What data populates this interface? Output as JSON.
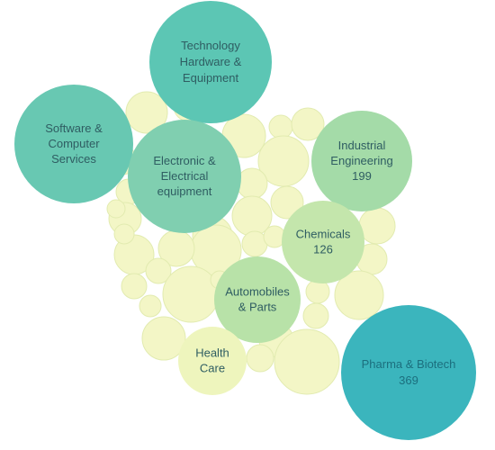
{
  "chart_data": {
    "type": "bubble",
    "labeled_bubbles": [
      {
        "lines": [
          "Technology",
          "Hardware &",
          "Equipment"
        ],
        "value": null,
        "color": "#5cc6b4"
      },
      {
        "lines": [
          "Software &",
          "Computer",
          "Services"
        ],
        "value": null,
        "color": "#68c8b2"
      },
      {
        "lines": [
          "Electronic &",
          "Electrical",
          "equipment"
        ],
        "value": null,
        "color": "#80cfb0"
      },
      {
        "lines": [
          "Industrial",
          "Engineering"
        ],
        "value": 199,
        "color": "#a4dba8"
      },
      {
        "lines": [
          "Chemicals"
        ],
        "value": 126,
        "color": "#c4e6ac"
      },
      {
        "lines": [
          "Automobiles",
          "& Parts"
        ],
        "value": null,
        "color": "#b8e2a8"
      },
      {
        "lines": [
          "Health",
          "Care"
        ],
        "value": null,
        "color": "#eef5bd"
      },
      {
        "lines": [
          "Pharma & Biotech"
        ],
        "value": 369,
        "color": "#3bb5bd"
      }
    ],
    "small_bubble_color": "#f3f6c6",
    "small_bubble_stroke": "#e2ebb0",
    "label_color": "#2f5d62",
    "pharma_label_color": "#1c6f7e"
  }
}
